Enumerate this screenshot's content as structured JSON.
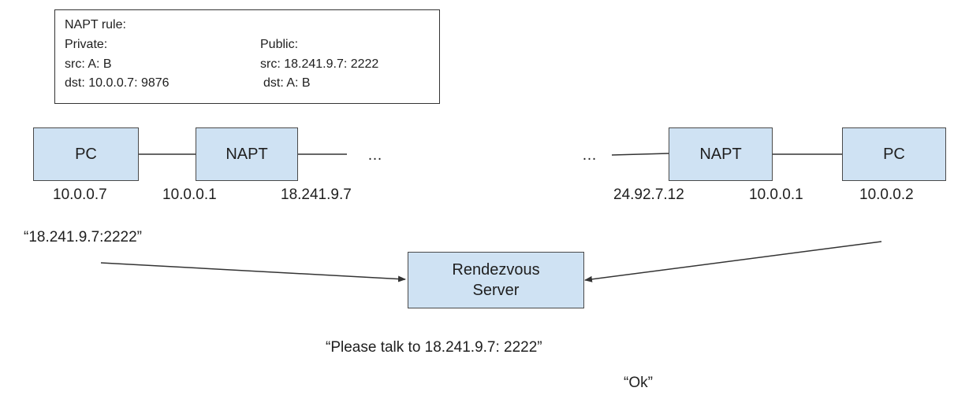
{
  "napt_rule": {
    "title": "NAPT rule:",
    "private": {
      "heading": "Private:",
      "src": "src: A: B",
      "dst": "dst: 10.0.0.7: 9876"
    },
    "public": {
      "heading": "Public:",
      "src": "src: 18.241.9.7: 2222",
      "dst": "dst: A: B"
    }
  },
  "nodes": {
    "left_pc": "PC",
    "left_napt": "NAPT",
    "right_napt": "NAPT",
    "right_pc": "PC",
    "server_line1": "Rendezvous",
    "server_line2": "Server"
  },
  "addresses": {
    "left_pc_ip": "10.0.0.7",
    "left_napt_private_ip": "10.0.0.1",
    "left_napt_public_ip": "18.241.9.7",
    "right_napt_public_ip": "24.92.7.12",
    "right_napt_private_ip": "10.0.0.1",
    "right_pc_ip": "10.0.0.2"
  },
  "ellipsis": {
    "left": "…",
    "right": "…"
  },
  "messages": {
    "left_report": "“18.241.9.7:2222”",
    "server_reply": "“Please talk to 18.241.9.7: 2222”",
    "ok_reply": "“Ok”"
  },
  "colors": {
    "node_fill": "#cfe2f3",
    "node_border": "#4a4a4a",
    "line": "#333333"
  }
}
